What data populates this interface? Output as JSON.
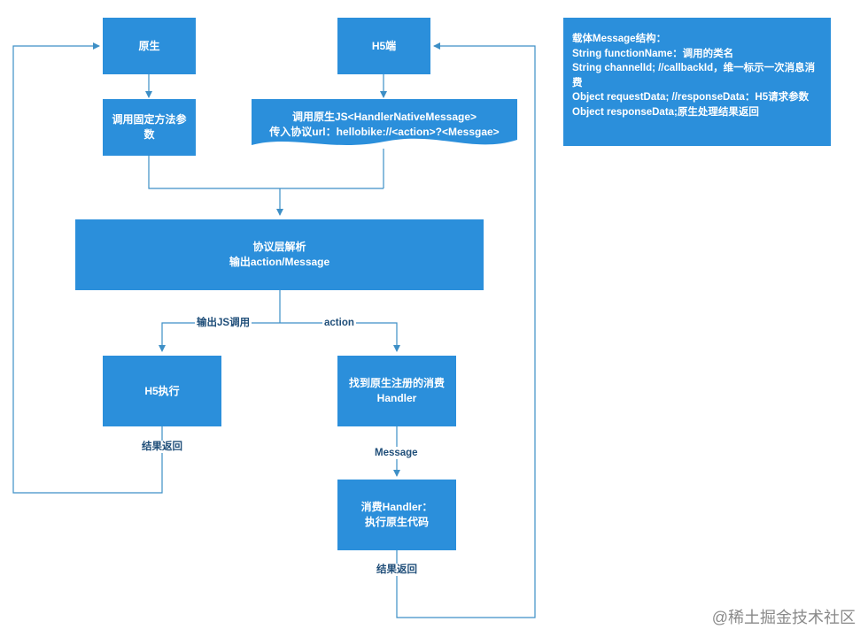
{
  "nodes": {
    "native": "原生",
    "h5_end": "H5端",
    "call_fixed": [
      "调用固定方法参",
      "数"
    ],
    "call_native_js": [
      "调用原生JS<HandlerNativeMessage>",
      "传入协议url：hellobike://<action>?<Messgae>"
    ],
    "protocol": [
      "协议层解析",
      "输出action/Message"
    ],
    "h5_exec": "H5执行",
    "find_handler": [
      "找到原生注册的消费",
      "Handler"
    ],
    "consume_handler": [
      "消费Handler：",
      "执行原生代码"
    ]
  },
  "edge_labels": {
    "output_js": "输出JS调用",
    "action": "action",
    "message": "Message",
    "result_left": "结果返回",
    "result_right": "结果返回"
  },
  "note": [
    "载体Message结构：",
    "String functionName：调用的类名",
    "String channelId; //callbackId，维一标示一次消息消",
    "费",
    "Object requestData; //responseData：H5请求参数",
    "Object responseData;原生处理结果返回"
  ],
  "watermark": "@稀土掘金技术社区",
  "colors": {
    "node": "#2b8fdb",
    "line": "#3d8fc6",
    "label": "#1f4e79"
  }
}
